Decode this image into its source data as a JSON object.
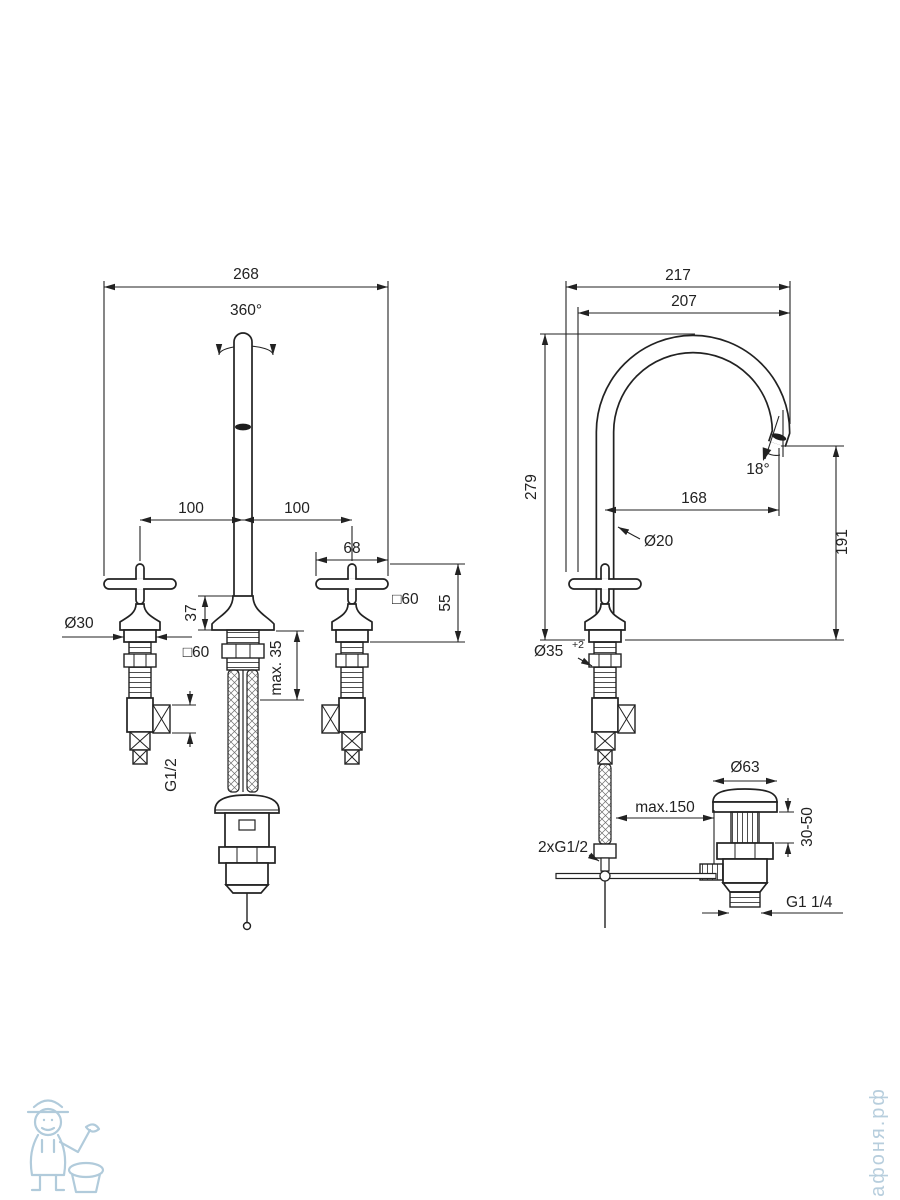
{
  "front_view": {
    "overall_width": "268",
    "swivel_angle": "360°",
    "spacing_left": "100",
    "spacing_right": "100",
    "handle_width": "68",
    "spout_base_height": "37",
    "spout_base_square": "□60",
    "handle_base_square": "□60",
    "handle_height": "55",
    "handle_diameter": "Ø30",
    "max_deck_thickness": "max. 35",
    "handle_thread": "G1/2"
  },
  "side_view": {
    "depth_total": "217",
    "depth_spout": "207",
    "height_total": "279",
    "outlet_angle": "18°",
    "spout_reach": "168",
    "spout_tube_diameter": "Ø20",
    "outlet_height": "191",
    "mounting_hole": "Ø35",
    "mounting_hole_tolerance": "+2",
    "rod_reach": "max.150",
    "hose_threads": "2xG1/2",
    "waste_flange_diameter": "Ø63",
    "deck_thickness_range": "30-50",
    "waste_thread": "G1 1/4"
  },
  "watermark": {
    "site": "афоня.рф"
  }
}
